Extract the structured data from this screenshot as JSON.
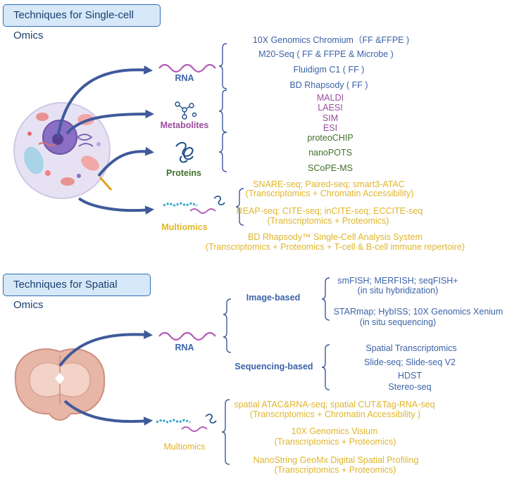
{
  "single_cell": {
    "title": "Techniques for Single-cell Omics",
    "categories": {
      "rna": "RNA",
      "metabolites": "Metabolites",
      "proteins": "Proteins",
      "multiomics": "Multiomics"
    },
    "rna_methods": [
      "10X Genomics Chromium（FF &FFPE )",
      "M20-Seq ( FF & FFPE & Microbe )",
      "Fluidigm C1 ( FF )",
      "BD Rhapsody ( FF )"
    ],
    "metabolite_methods": [
      "MALDI",
      "LAESI",
      "SIM",
      "ESI"
    ],
    "protein_methods": [
      "proteoCHIP",
      "nanoPOTS",
      "SCoPE-MS"
    ],
    "multiomics_methods": [
      "SNARE-seq; Paired-seq; smart3-ATAC",
      "(Transcriptomics + Chromatin Accessibility)",
      "REAP-seq; CITE-seq; inCITE-seq; ECCITE-seq",
      "(Transcriptomics + Proteomics)",
      "BD Rhapsody™ Single-Cell Analysis System",
      "(Transcriptomics + Proteomics + T-cell & B-cell immune repertoire)"
    ]
  },
  "spatial": {
    "title": "Techniques for Spatial Omics",
    "categories": {
      "rna": "RNA",
      "multiomics": "Multiomics"
    },
    "image_based_label": "Image-based",
    "sequencing_based_label": "Sequencing-based",
    "image_methods": [
      "smFISH; MERFISH; seqFISH+",
      "(in situ hybridization)",
      "STARmap; HybISS; 10X Genomics Xenium",
      "(in situ sequencing)"
    ],
    "sequencing_methods": [
      "Spatial Transcriptomics",
      "Slide-seq; Slide-seq V2",
      "HDST",
      "Stereo-seq"
    ],
    "multiomics_methods": [
      "spatial ATAC&RNA-seq; spatial CUT&Tag-RNA-seq",
      "(Transcriptomics + Chromatin Accessibility )",
      "10X Genomics Visium",
      "(Transcriptomics + Proteomics)",
      "NanoString GeoMx Digital Spatial Profiling",
      "(Transcriptomics + Proteomics)"
    ]
  },
  "colors": {
    "rna": "#3c63a8",
    "metabolites": "#9a4b9e",
    "proteins": "#41712c",
    "multiomics": "#e0b52b",
    "arrow": "#3f5a9a",
    "header_fill": "#d7e8f8",
    "header_border": "#2f6fb5"
  }
}
